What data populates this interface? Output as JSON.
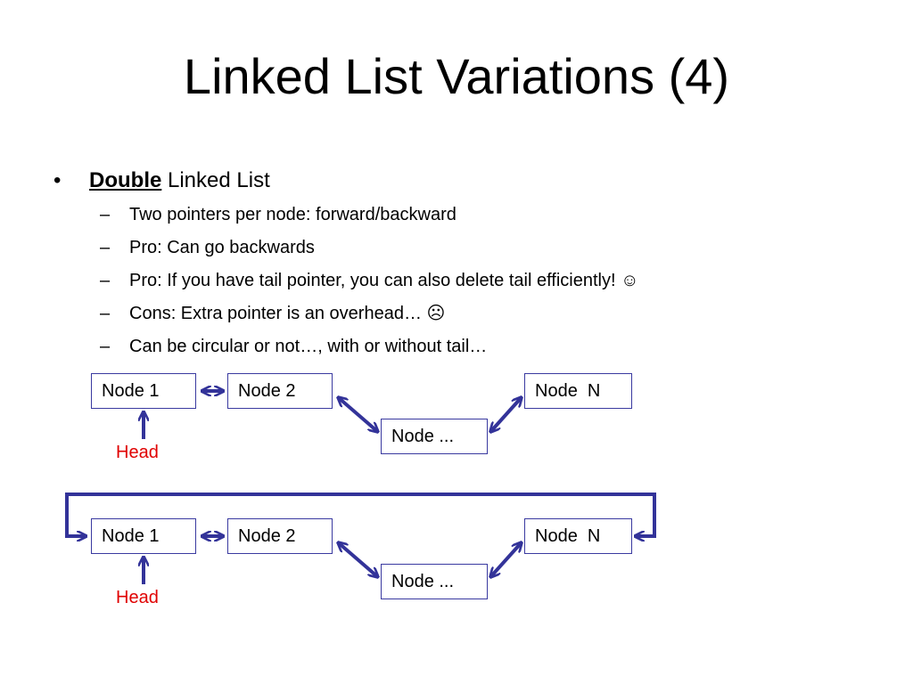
{
  "slide": {
    "title": "Linked List Variations (4)"
  },
  "bullet": {
    "marker": "•",
    "bold_term": "Double",
    "rest": " Linked List",
    "dash": "–",
    "subs": [
      "Two pointers per node: forward/backward",
      "Pro: Can go backwards",
      "Pro: If you have tail pointer, you can also delete tail efficiently! ☺",
      "Cons: Extra pointer is an overhead… ☹",
      "Can be circular or not…, with or without tail…"
    ]
  },
  "diagrams": [
    {
      "kind": "non-circular",
      "nodes": [
        "Node 1",
        "Node 2",
        "Node ...",
        "Node  N"
      ],
      "head_label": "Head"
    },
    {
      "kind": "circular",
      "nodes": [
        "Node 1",
        "Node 2",
        "Node ...",
        "Node  N"
      ],
      "head_label": "Head"
    }
  ],
  "colors": {
    "arrow": "#333399",
    "head_text": "#e00000",
    "node_border": "#3a3aa0"
  }
}
